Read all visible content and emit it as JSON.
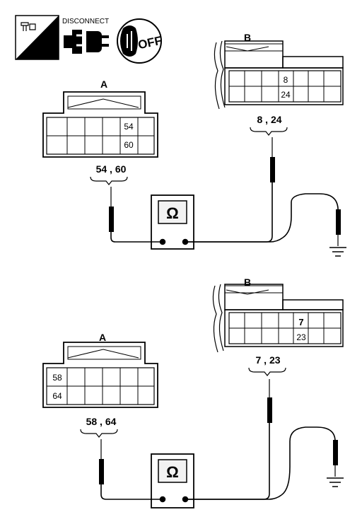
{
  "header": {
    "hs_label": "H.S.",
    "disconnect_label": "DISCONNECT",
    "key_label": "OFF"
  },
  "colors": {
    "ink": "#000000",
    "paper": "#ffffff",
    "tester_face": "#f2f2f2"
  },
  "meter_symbol": "Ω",
  "steps": [
    {
      "connector_a": {
        "name": "A",
        "terminals": [
          "54",
          "60"
        ],
        "probe_label": "54 , 60"
      },
      "connector_b": {
        "name": "B",
        "terminals": [
          "8",
          "24"
        ],
        "probe_label": "8 , 24"
      },
      "ground_icon": "ground-icon"
    },
    {
      "connector_a": {
        "name": "A",
        "terminals": [
          "58",
          "64"
        ],
        "probe_label": "58 , 64"
      },
      "connector_b": {
        "name": "B",
        "terminals": [
          "7",
          "23"
        ],
        "probe_label": "7 , 23"
      },
      "ground_icon": "ground-icon"
    }
  ]
}
